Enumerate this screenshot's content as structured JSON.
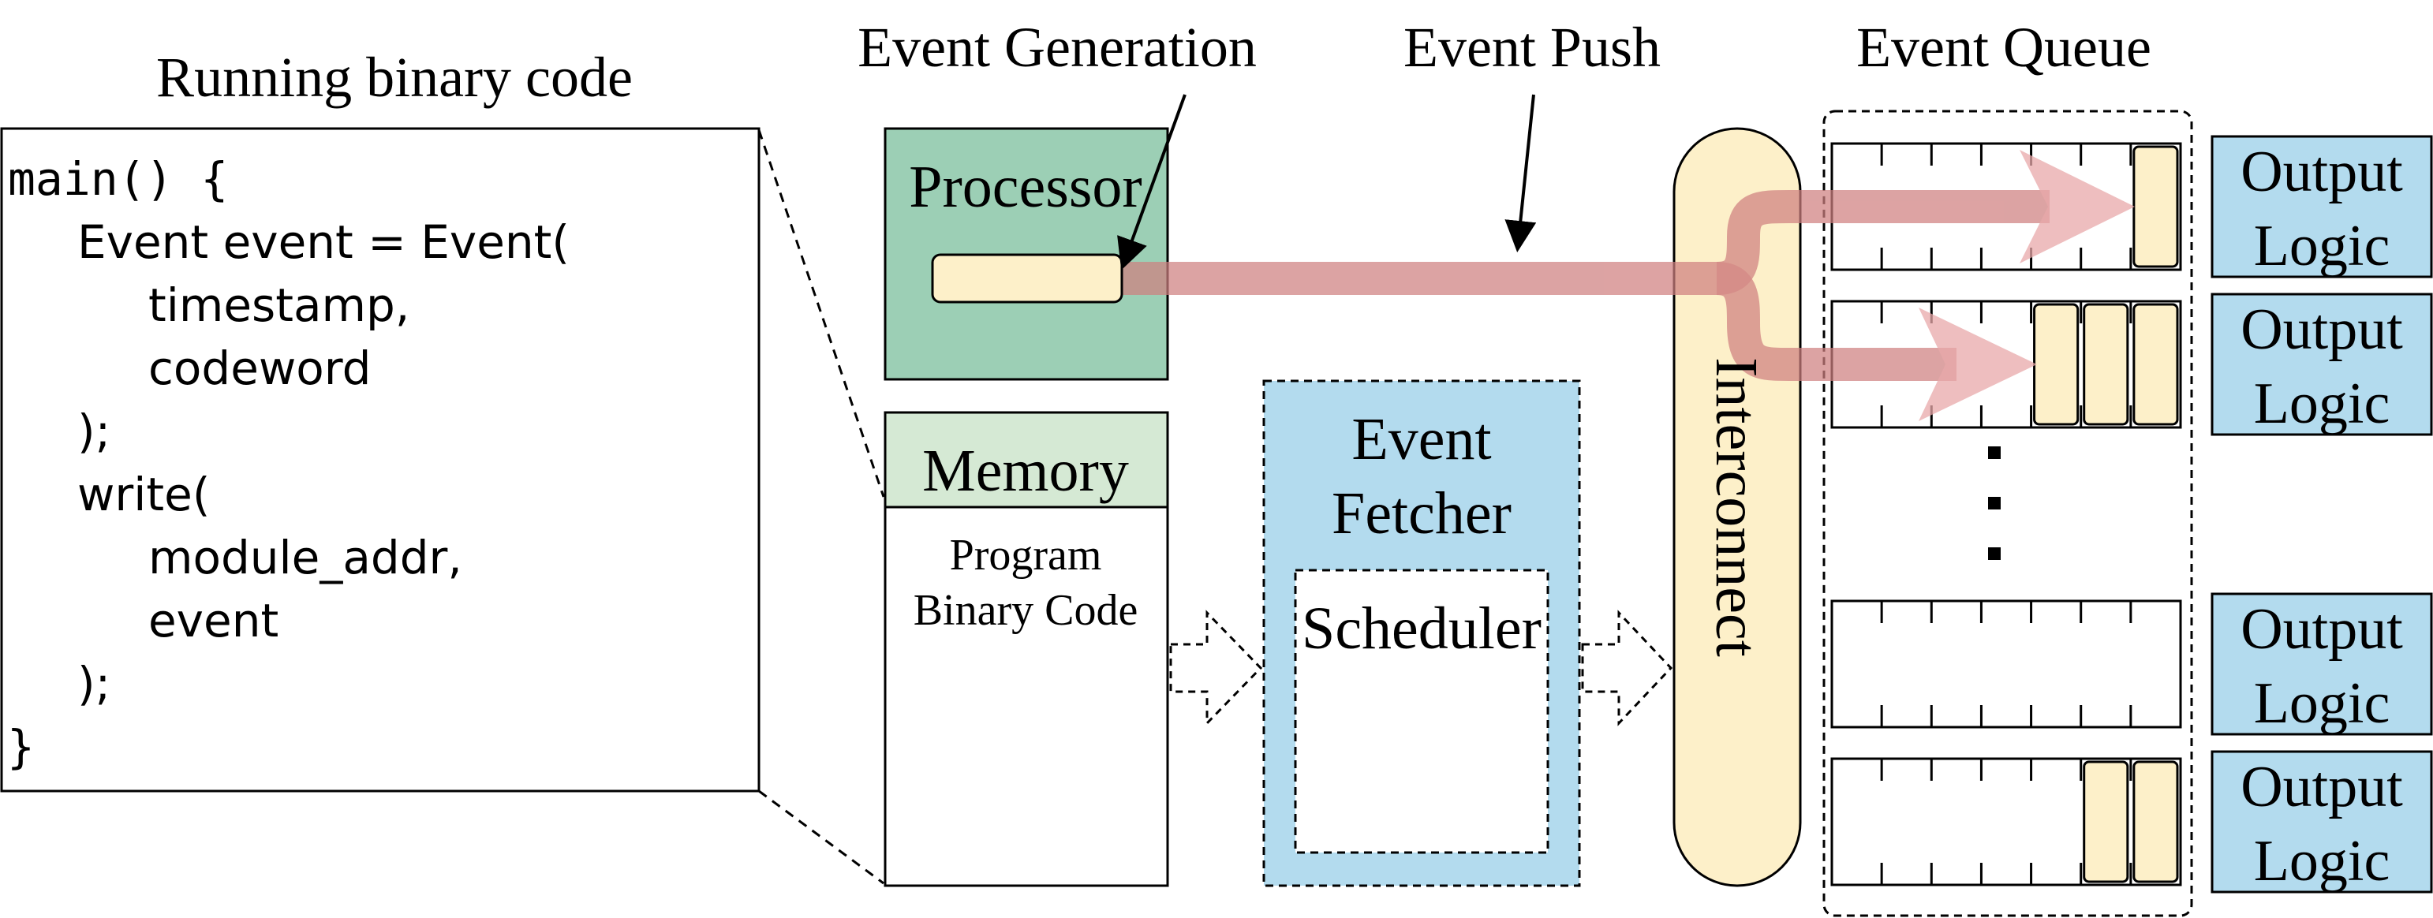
{
  "labels": {
    "running_code": "Running binary code",
    "event_generation": "Event Generation",
    "event_push": "Event Push",
    "event_queue": "Event Queue",
    "processor": "Processor",
    "memory": "Memory",
    "program_line1": "Program",
    "program_line2": "Binary Code",
    "fetcher_line1": "Event",
    "fetcher_line2": "Fetcher",
    "scheduler": "Scheduler",
    "interconnect": "Interconnect",
    "ellipsis": "⋮"
  },
  "code": {
    "line1": "main() {",
    "line2": "Event event = Event(",
    "line3": "timestamp,",
    "line4": "codeword",
    "line5": ");",
    "line6": "write(",
    "line7": "module_addr,",
    "line8": "event",
    "line9": ");",
    "line10": "}"
  },
  "outputs": [
    {
      "line1": "Output",
      "line2": "Logic"
    },
    {
      "line1": "Output",
      "line2": "Logic"
    },
    {
      "line1": "Output",
      "line2": "Logic"
    },
    {
      "line1": "Output",
      "line2": "Logic"
    }
  ],
  "queues": [
    {
      "filled_slots": 1
    },
    {
      "filled_slots": 3
    },
    {
      "filled_slots": 0
    },
    {
      "filled_slots": 2
    }
  ],
  "colors": {
    "processor_fill": "#9ccfb5",
    "memory_header": "#d5e9d4",
    "event_fill": "#fdf0c9",
    "fetcher_fill": "#b3dbee",
    "output_fill": "#b3dbee",
    "path_color": "#cf8080",
    "arrow_color": "#e8a8aa"
  }
}
